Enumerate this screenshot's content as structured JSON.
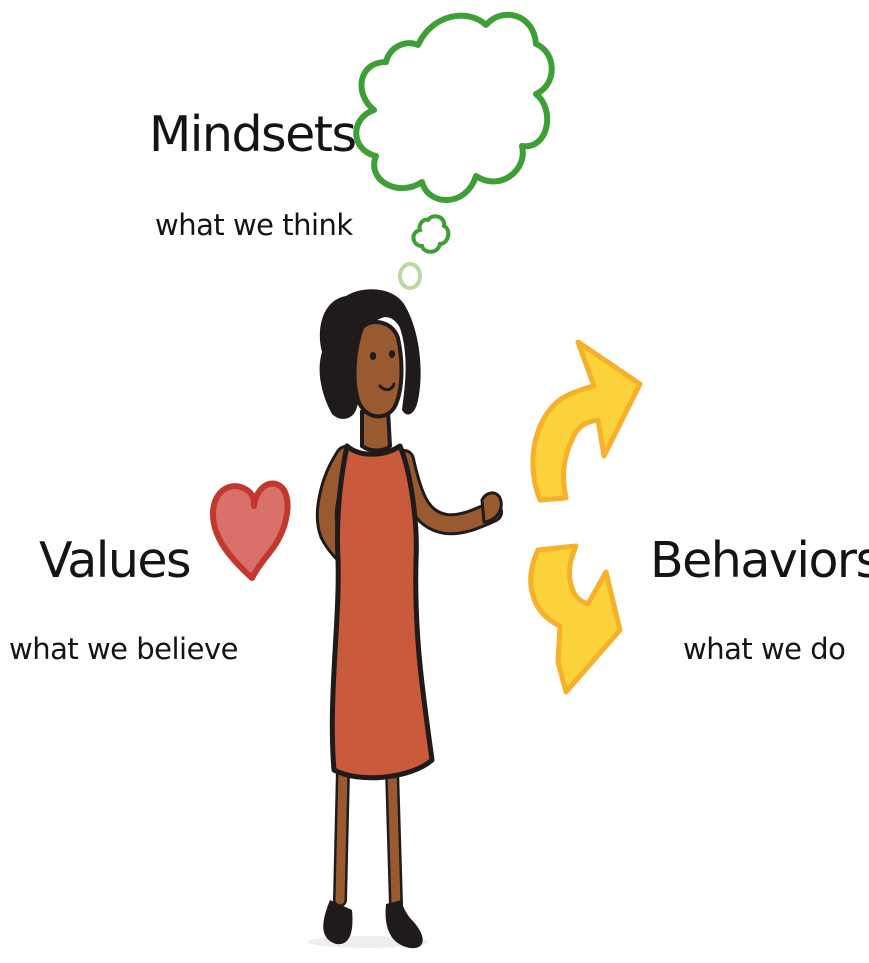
{
  "mindsets": {
    "title": "Mindsets",
    "subtitle": "what we think"
  },
  "values": {
    "title": "Values",
    "subtitle": "what we believe"
  },
  "behaviors": {
    "title": "Behaviors",
    "subtitle": "what we do"
  },
  "icons": {
    "mindsets": "thought-cloud-icon",
    "values": "heart-icon",
    "behaviors": "curved-arrows-icon",
    "figure": "woman-figure-illustration"
  },
  "colors": {
    "cloud_outline": "#3f9f37",
    "heart_fill": "#d9706a",
    "heart_outline": "#c2382f",
    "arrow_fill": "#fcd23a",
    "arrow_outline": "#f6b02c",
    "dress": "#c95a3b",
    "skin": "#9a5a30",
    "hair": "#1f1b1a",
    "text": "#141414"
  }
}
